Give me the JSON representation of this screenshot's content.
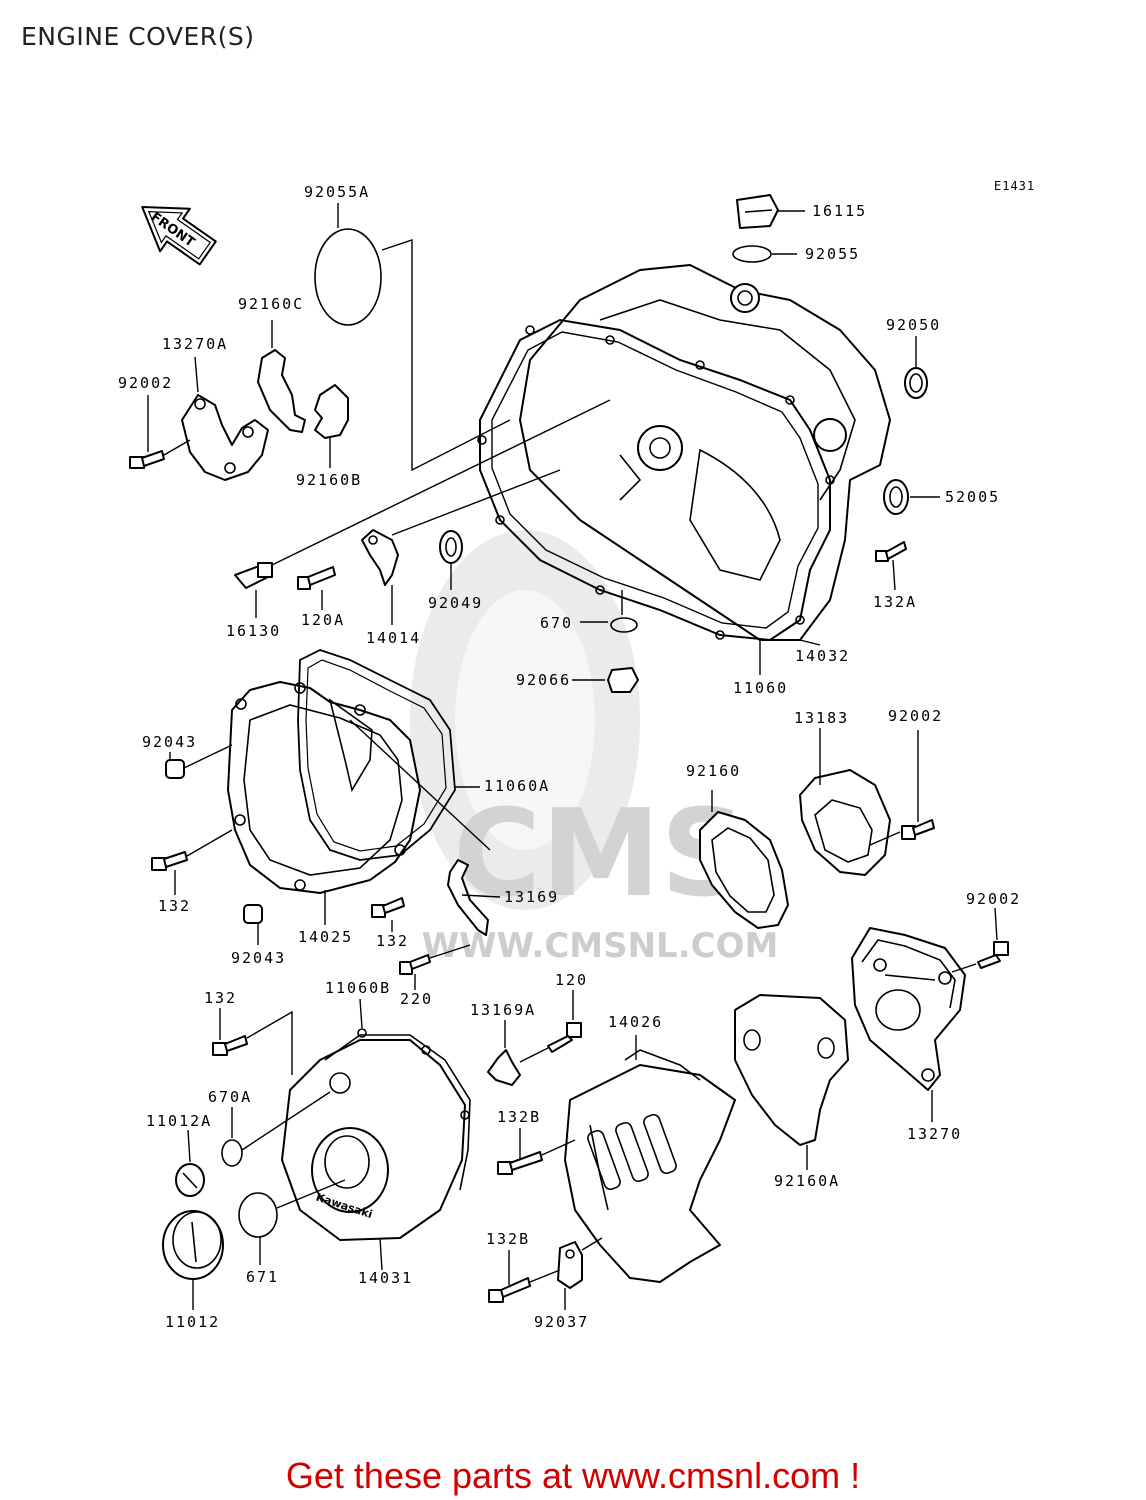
{
  "title": "ENGINE COVER(S)",
  "diagram_code": "E1431",
  "front_arrow_text": "FRONT",
  "watermark": {
    "brand": "CMS",
    "url": "WWW.CMSNL.COM"
  },
  "engraving": "Kawasaki",
  "part_labels": {
    "p92055A": "92055A",
    "p16115": "16115",
    "p92055": "92055",
    "p92050": "92050",
    "p52005": "52005",
    "p92160C": "92160C",
    "p13270A": "13270A",
    "p92002a": "92002",
    "p92160B": "92160B",
    "p92049": "92049",
    "p16130": "16130",
    "p120A": "120A",
    "p14014": "14014",
    "p132A": "132A",
    "p670": "670",
    "p14032": "14032",
    "p92066": "92066",
    "p11060": "11060",
    "p92043a": "92043",
    "p11060A": "11060A",
    "p13183": "13183",
    "p92002b": "92002",
    "p92160": "92160",
    "p132a": "132",
    "p13169": "13169",
    "p132b": "132",
    "p92043b": "92043",
    "p14025": "14025",
    "p220": "220",
    "p92002c": "92002",
    "p132c": "132",
    "p11060B": "11060B",
    "p120": "120",
    "p13169A": "13169A",
    "p14026": "14026",
    "p670A": "670A",
    "p11012A": "11012A",
    "p132B1": "132B",
    "p13270": "13270",
    "p92160A": "92160A",
    "p132B2": "132B",
    "p671": "671",
    "p14031": "14031",
    "p11012": "11012",
    "p92037": "92037"
  },
  "footer": "Get these parts at www.cmsnl.com !",
  "colors": {
    "footer_text": "#d40000",
    "line": "#000000",
    "watermark": "#d6d6d6"
  }
}
